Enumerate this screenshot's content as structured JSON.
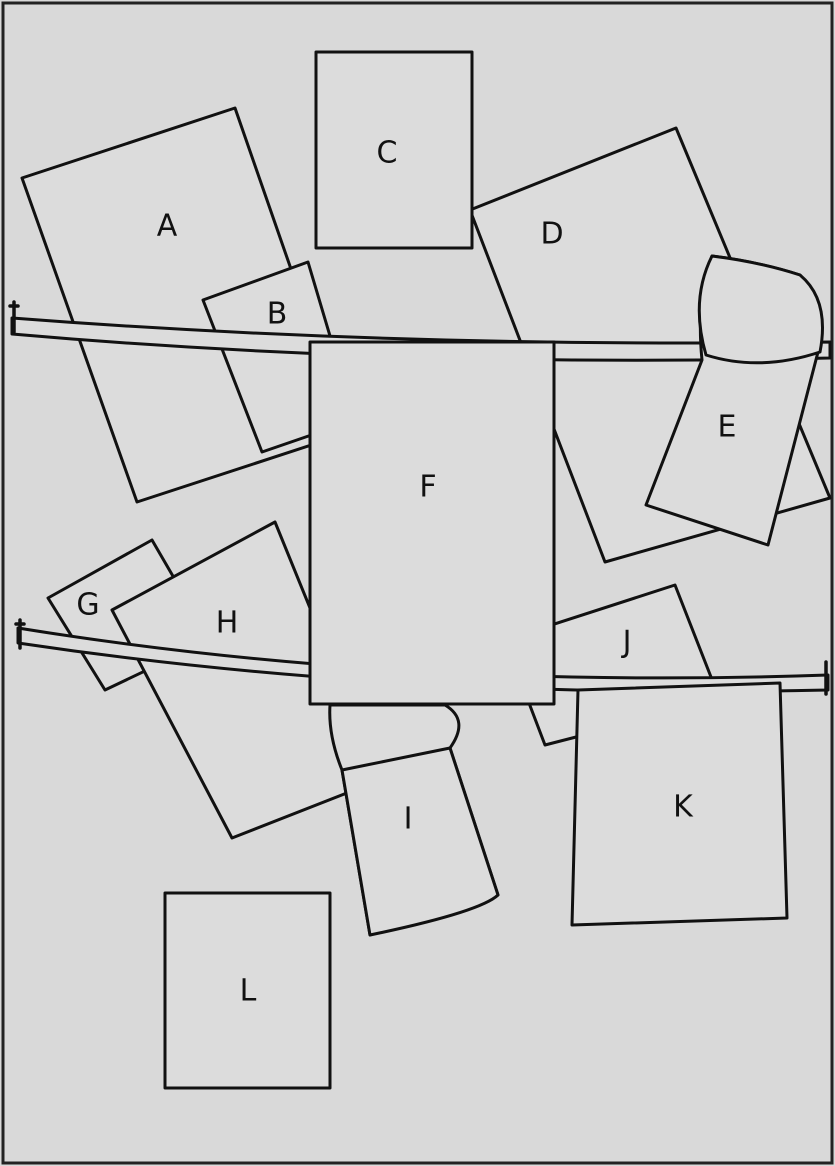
{
  "labels": {
    "A": "A",
    "B": "B",
    "C": "C",
    "D": "D",
    "E": "E",
    "F": "F",
    "G": "G",
    "H": "H",
    "I": "I",
    "J": "J",
    "K": "K",
    "L": "L"
  },
  "colors": {
    "paper": "#dcdcdc",
    "ink": "#111111"
  }
}
